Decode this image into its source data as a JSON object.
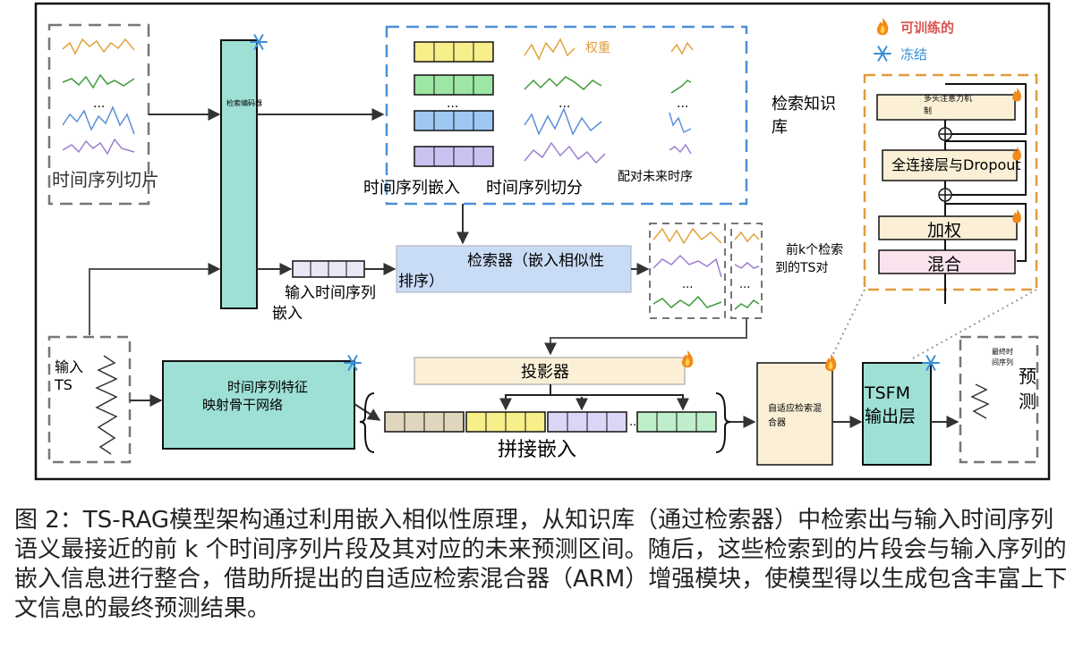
{
  "legend": {
    "trainable": "可训练的",
    "frozen": "冻结"
  },
  "colors": {
    "trainable": "#d9534f",
    "frozen": "#3a8fd8",
    "teal": "#9fe0d6",
    "orange": "#e39a3e",
    "blue": "#4d8fd6",
    "gray": "#555555"
  },
  "labels": {
    "ts_slices": "时间序列切片",
    "retriever_encoder": "检索编码器",
    "weight": "权重",
    "knowledge_base": "检索知识库",
    "ts_embedding": "时间序列嵌入",
    "ts_segmentation": "时间序列切分",
    "paired_future": "配对未来时序",
    "retriever": "检索器（嵌入相似性排序）",
    "topk": "前k个检索到的TS对",
    "input_embedding": "输入时间序列嵌入",
    "input_ts": "输入TS",
    "backbone": "时间序列特征映射骨干网络",
    "projector": "投影器",
    "concat": "拼接嵌入",
    "mhsa": "多头注意力机制",
    "fc_dropout": "全连接层与Dropout",
    "weighting": "加权",
    "mixing": "混合",
    "arm": "自适应检索混合器",
    "tsfm_output": "TSFM输出层",
    "final_ts": "最终时间序列",
    "forecast": "预测",
    "ellipsis": "..."
  },
  "caption": "图 2：TS-RAG模型架构通过利用嵌入相似性原理，从知识库（通过检索器）中检索出与输入时间序列语义最接近的前 k 个时间序列片段及其对应的未来预测区间。随后，这些检索到的片段会与输入序列的嵌入信息进行整合，借助所提出的自适应检索混合器（ARM）增强模块，使模型得以生成包含丰富上下文信息的最终预测结果。"
}
